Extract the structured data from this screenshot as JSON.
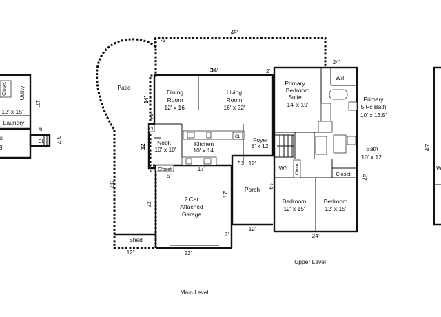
{
  "labels": {
    "main_level": "Main Level",
    "upper_level": "Upper Level",
    "patio": "Patio",
    "dining": "Dining\nRoom",
    "dining_size": "12' x 16'",
    "living": "Living\nRoom",
    "living_size": "16' x 22'",
    "nook": "Nook",
    "nook_size": "10' x 10'",
    "kitchen": "Kitchen",
    "kitchen_size": "10' x 14'",
    "foyer": "Foyer",
    "foyer_size": "8' x 12'",
    "garage": "2 Car\nAttached\nGarage",
    "porch": "Porch",
    "shed": "Shed",
    "closet": "Closet",
    "cl": "CL",
    "primary_suite": "Primary\nBedroom\nSuite",
    "primary_suite_size": "14' x 19'",
    "wi": "W/I",
    "primary_bath": "Primary\n5 Pc Bath",
    "primary_bath_size": "10' x 13.5'",
    "bath": "Bath",
    "bath_size": "10' x 12'",
    "bedroom": "Bedroom",
    "bedroom_size": "12' x 15'",
    "utility": "Utility",
    "laundry": "Laundry",
    "left_size": "12' x 15'",
    "left_closet": "Closet",
    "left_frag1": "s",
    "left_frag2": "8'",
    "right_wi": "W",
    "right_dim": "45'"
  },
  "dims": {
    "d49": "49'",
    "d34": "34'",
    "d24_top": "24'",
    "d2_a": "2'",
    "d2_b": "2'",
    "d2_c": "2'",
    "d2_d": "2'",
    "d2_e": "2'",
    "d14": "14'",
    "d12_left": "12'",
    "d17_mid": "17'",
    "d5": "5'",
    "d12_foyer": "12'",
    "d36": "36'",
    "d22_side": "22'",
    "d17_garage": "17'",
    "d7": "7'",
    "d22_bottom": "22'",
    "d12_bottom": "12'",
    "d19": "19'",
    "d12_porch": "12'",
    "d24_bottom": "24'",
    "d47": "47'",
    "d6": "6'",
    "d35": "3.5'",
    "d17_left": "17'"
  }
}
